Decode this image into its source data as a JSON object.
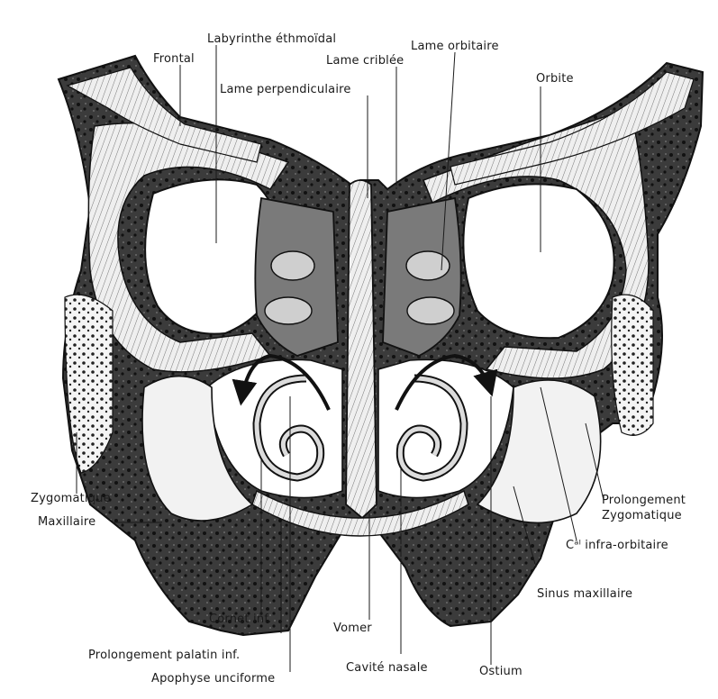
{
  "figure": {
    "colors": {
      "ink": "#1a1a1a",
      "bone_dark": "#3a3a3a",
      "bone_light": "#e6e6e6",
      "paper": "#ffffff"
    }
  },
  "labels": {
    "labyrinthe": "Labyrinthe éthmoïdal",
    "frontal": "Frontal",
    "lame_criblee": "Lame criblée",
    "lame_orbitaire": "Lame orbitaire",
    "lame_perpendiculaire": "Lame perpendiculaire",
    "orbite": "Orbite",
    "zygomatique": "Zygomatique",
    "maxillaire": "Maxillaire",
    "prolongement_zygomatique_1": "Prolongement",
    "prolongement_zygomatique_2": "Zygomatique",
    "canal_infra_orbitaire": "Cᵃˡ infra-orbitaire",
    "sinus_maxillaire": "Sinus maxillaire",
    "cornet_inf": "Cornet inf.",
    "vomer": "Vomer",
    "prolongement_palatin": "Prolongement palatin inf.",
    "cavite_nasale": "Cavité nasale",
    "ostium": "Ostium",
    "apophyse_unciforme": "Apophyse unciforme"
  }
}
